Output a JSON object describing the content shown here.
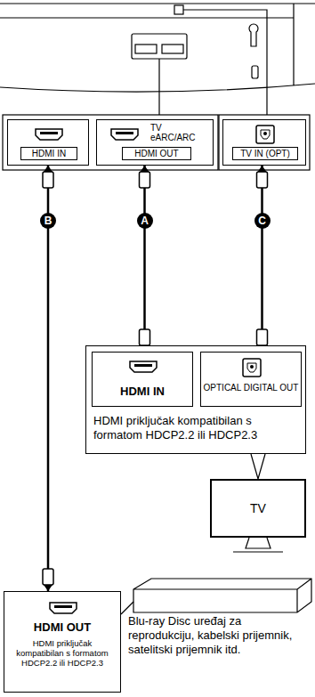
{
  "diagram": {
    "nodes": [
      {
        "text": [
          "HDMI IN"
        ]
      },
      {
        "text": [
          "TV eARC/ARC",
          "HDMI OUT"
        ]
      },
      {
        "text": [
          "TV IN (OPT)"
        ]
      },
      {
        "text": [
          "HDMI priključak kompatibilan s formatom HDCP2.2 ili HDCP2.3"
        ]
      },
      {
        "text": [
          "HDMI IN"
        ],
        "in": 3
      },
      {
        "text": [
          "OPTICAL DIGITAL OUT"
        ],
        "in": 3
      },
      {
        "text": [
          "TV"
        ]
      },
      {
        "text": [
          "HDMI OUT",
          "HDMI priključak kompatibilan s formatom HDCP2.2 ili HDCP2.3"
        ]
      },
      {
        "text": [
          "Blu-ray Disc uređaj za reprodukciju, kabelski prijemnik, satelitski prijemnik itd."
        ]
      }
    ],
    "edges": [
      {
        "from": 4,
        "to": 1,
        "label": "A",
        "arrow": "both"
      },
      {
        "from": 7,
        "to": 0,
        "label": "B",
        "arrow": "both"
      },
      {
        "from": 5,
        "to": 2,
        "label": "C",
        "arrow": "both"
      }
    ]
  }
}
